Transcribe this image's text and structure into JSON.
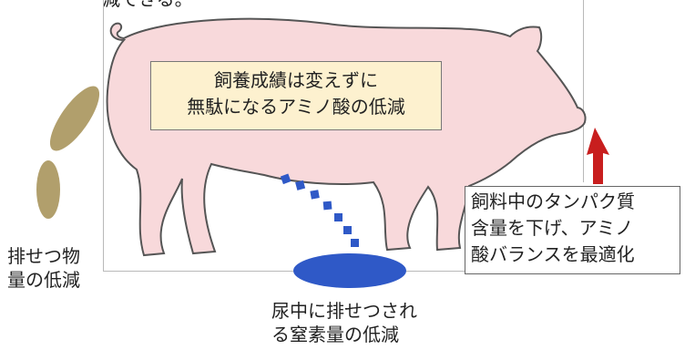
{
  "top_fragment": "減できる。",
  "center_box": {
    "line1": "飼養成績は変えずに",
    "line2": "無駄になるアミノ酸の低減"
  },
  "right_note": {
    "line1": "飼料中のタンパク質",
    "line2": "含量を下げ、アミノ",
    "line3": "酸バランスを最適化"
  },
  "left_label": {
    "line1": "排せつ物",
    "line2": "量の低減"
  },
  "bottom_label": {
    "line1": "尿中に排せつされ",
    "line2": "る窒素量の低減"
  },
  "icons": [
    "pig",
    "feces",
    "urine-drops",
    "urine-puddle",
    "red-arrow"
  ],
  "colors": {
    "pig_fill": "#f8d9db",
    "pig_outline": "#555555",
    "feces": "#b19f6c",
    "urine": "#2f59c7",
    "arrow": "#c81e1e",
    "box_fill": "#fdf1cf"
  }
}
